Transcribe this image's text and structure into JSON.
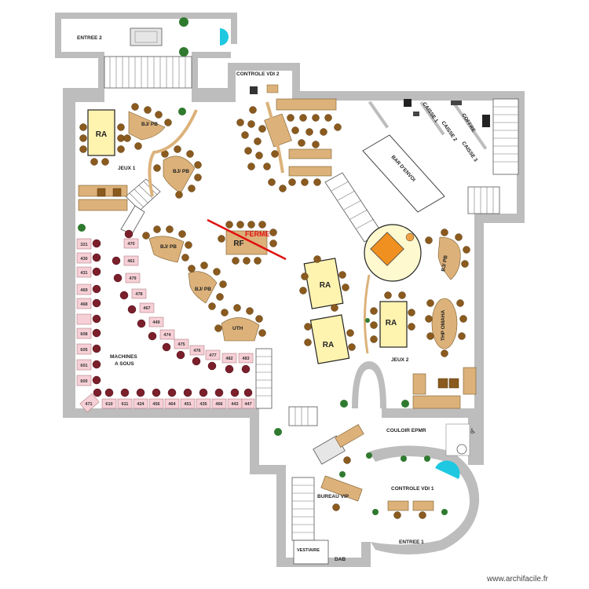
{
  "labels": {
    "entree2": "ENTREE 2",
    "controle_vdi2": "CONTROLE VDI 2",
    "jeux1": "JEUX 1",
    "bar_envoi": "BAR D'ENVOI",
    "caisse1": "CAISSE 1",
    "caisse2": "CAISSE 2",
    "caisse3": "CAISSE 3",
    "coffre": "COFFRE",
    "ferme": "FERME",
    "rf": "RF",
    "bjpb": "BJ/ PB",
    "uth": "UTH",
    "ra": "RA",
    "thp_omaha": "THP OMAHA",
    "machines_line1": "MACHINES",
    "machines_line2": "A SOUS",
    "jeux2": "JEUX 2",
    "couloir": "COULOIR EPMR",
    "controle_vdi1": "CONTROLE VDI 1",
    "bureau": "BUREAU VIP",
    "entree1": "ENTREE 1",
    "vestiaire": "VESTIAIRE",
    "dab": "DAB",
    "watermark": "www.archifacile.fr"
  },
  "machines_left_column": [
    "321",
    "430",
    "431",
    "469",
    "468",
    "608",
    "605",
    "601",
    "600"
  ],
  "machines_arc": [
    "470",
    "461",
    "479",
    "478",
    "467",
    "449",
    "474",
    "475",
    "476",
    "477",
    "482",
    "483"
  ],
  "machines_bottom_row": [
    "471",
    "610",
    "611",
    "424",
    "456",
    "464",
    "451",
    "435",
    "466",
    "443",
    "447"
  ],
  "colors": {
    "wall": "#bdbdbd",
    "chair": "#8a5a1e",
    "table": "#dcb27a",
    "table_ra": "#fff3b0",
    "slot_machine": "#f6d0d6",
    "slot_chair": "#7a1f2b",
    "closed_mark": "#e01010",
    "accent_cyan": "#1ec8e0",
    "plant": "#2f7a2f"
  }
}
